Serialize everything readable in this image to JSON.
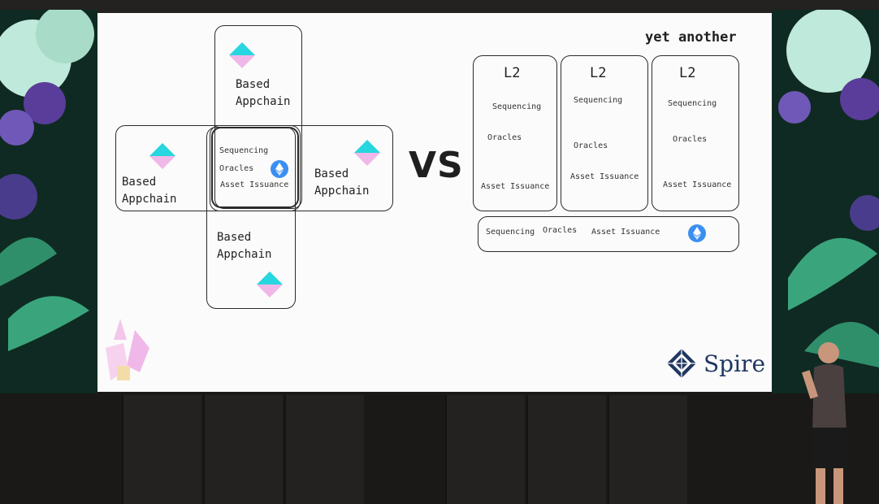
{
  "slide": {
    "title": "yet another",
    "vs_label": "VS",
    "brand_name": "Spire",
    "left_diagram": {
      "appchains": [
        {
          "label": "Based\nAppchain"
        },
        {
          "label": "Based\nAppchain"
        },
        {
          "label": "Based\nAppchain"
        },
        {
          "label": "Based\nAppchain"
        }
      ],
      "center_services": [
        "Sequencing",
        "Oracles",
        "Asset Issuance"
      ]
    },
    "right_diagram": {
      "columns": [
        {
          "title": "L2",
          "services": [
            "Sequencing",
            "Oracles",
            "Asset Issuance"
          ]
        },
        {
          "title": "L2",
          "services": [
            "Sequencing",
            "Oracles",
            "Asset Issuance"
          ]
        },
        {
          "title": "L2",
          "services": [
            "Sequencing",
            "Oracles",
            "Asset Issuance"
          ]
        }
      ],
      "shared_bar": [
        "Sequencing",
        "Oracles",
        "Asset Issuance"
      ]
    }
  },
  "colors": {
    "gem_top": "#27d6df",
    "gem_bottom": "#f0b8e8",
    "eth_badge": "#3b8ff0",
    "spire_navy": "#213761",
    "jungle": "#0f2a22"
  },
  "icons": [
    "gem-icon",
    "ethereum-icon",
    "spire-logo-icon",
    "crystal-sticker-icon"
  ]
}
